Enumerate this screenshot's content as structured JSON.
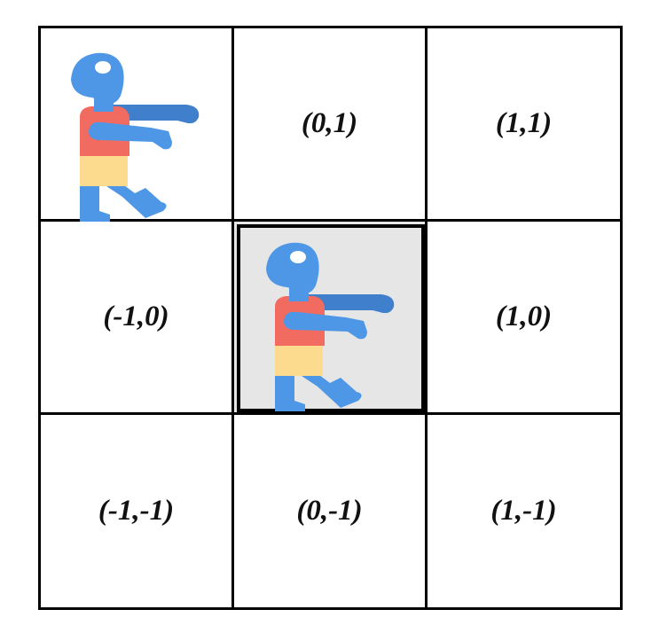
{
  "grid": {
    "cells": [
      {
        "row": 0,
        "col": 0,
        "label": "",
        "has_zombie": true,
        "highlighted": false
      },
      {
        "row": 0,
        "col": 1,
        "label": "(0,1)",
        "has_zombie": false,
        "highlighted": false
      },
      {
        "row": 0,
        "col": 2,
        "label": "(1,1)",
        "has_zombie": false,
        "highlighted": false
      },
      {
        "row": 1,
        "col": 0,
        "label": "(-1,0)",
        "has_zombie": false,
        "highlighted": false
      },
      {
        "row": 1,
        "col": 1,
        "label": "",
        "has_zombie": true,
        "highlighted": true
      },
      {
        "row": 1,
        "col": 2,
        "label": "(1,0)",
        "has_zombie": false,
        "highlighted": false
      },
      {
        "row": 2,
        "col": 0,
        "label": "(-1,-1)",
        "has_zombie": false,
        "highlighted": false
      },
      {
        "row": 2,
        "col": 1,
        "label": "(0,-1)",
        "has_zombie": false,
        "highlighted": false
      },
      {
        "row": 2,
        "col": 2,
        "label": "(1,-1)",
        "has_zombie": false,
        "highlighted": false
      }
    ]
  },
  "colors": {
    "highlight_bg": "#e6e6e6",
    "zombie_head": "#4e97e6",
    "zombie_arm_back": "#3f7fcc",
    "zombie_shirt": "#f26b60",
    "zombie_shorts": "#fddb8e",
    "zombie_legs": "#4e97e6",
    "zombie_eye": "#ffffff"
  },
  "icons": {
    "zombie": "zombie-icon"
  }
}
